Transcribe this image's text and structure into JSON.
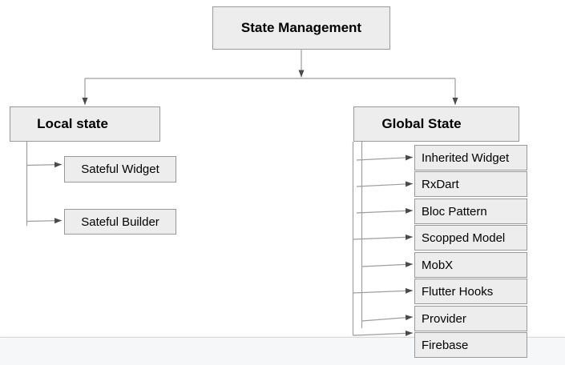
{
  "diagram": {
    "root": {
      "label": "State Management"
    },
    "branches": [
      {
        "label": "Local state",
        "children": [
          {
            "label": "Sateful Widget"
          },
          {
            "label": "Sateful Builder"
          }
        ]
      },
      {
        "label": "Global State",
        "children": [
          {
            "label": "Inherited Widget"
          },
          {
            "label": "RxDart"
          },
          {
            "label": "Bloc Pattern"
          },
          {
            "label": "Scopped Model"
          },
          {
            "label": "MobX"
          },
          {
            "label": "Flutter Hooks"
          },
          {
            "label": "Provider"
          },
          {
            "label": "Firebase"
          }
        ]
      }
    ],
    "colors": {
      "node_fill": "#ededed",
      "node_border": "#9a9a9a",
      "connector": "#9e9e9e",
      "arrowhead": "#4a4a4a",
      "canvas_bg": "#ffffff",
      "footer_bg": "#f6f7f9",
      "footer_divider": "#d8dadc"
    }
  }
}
